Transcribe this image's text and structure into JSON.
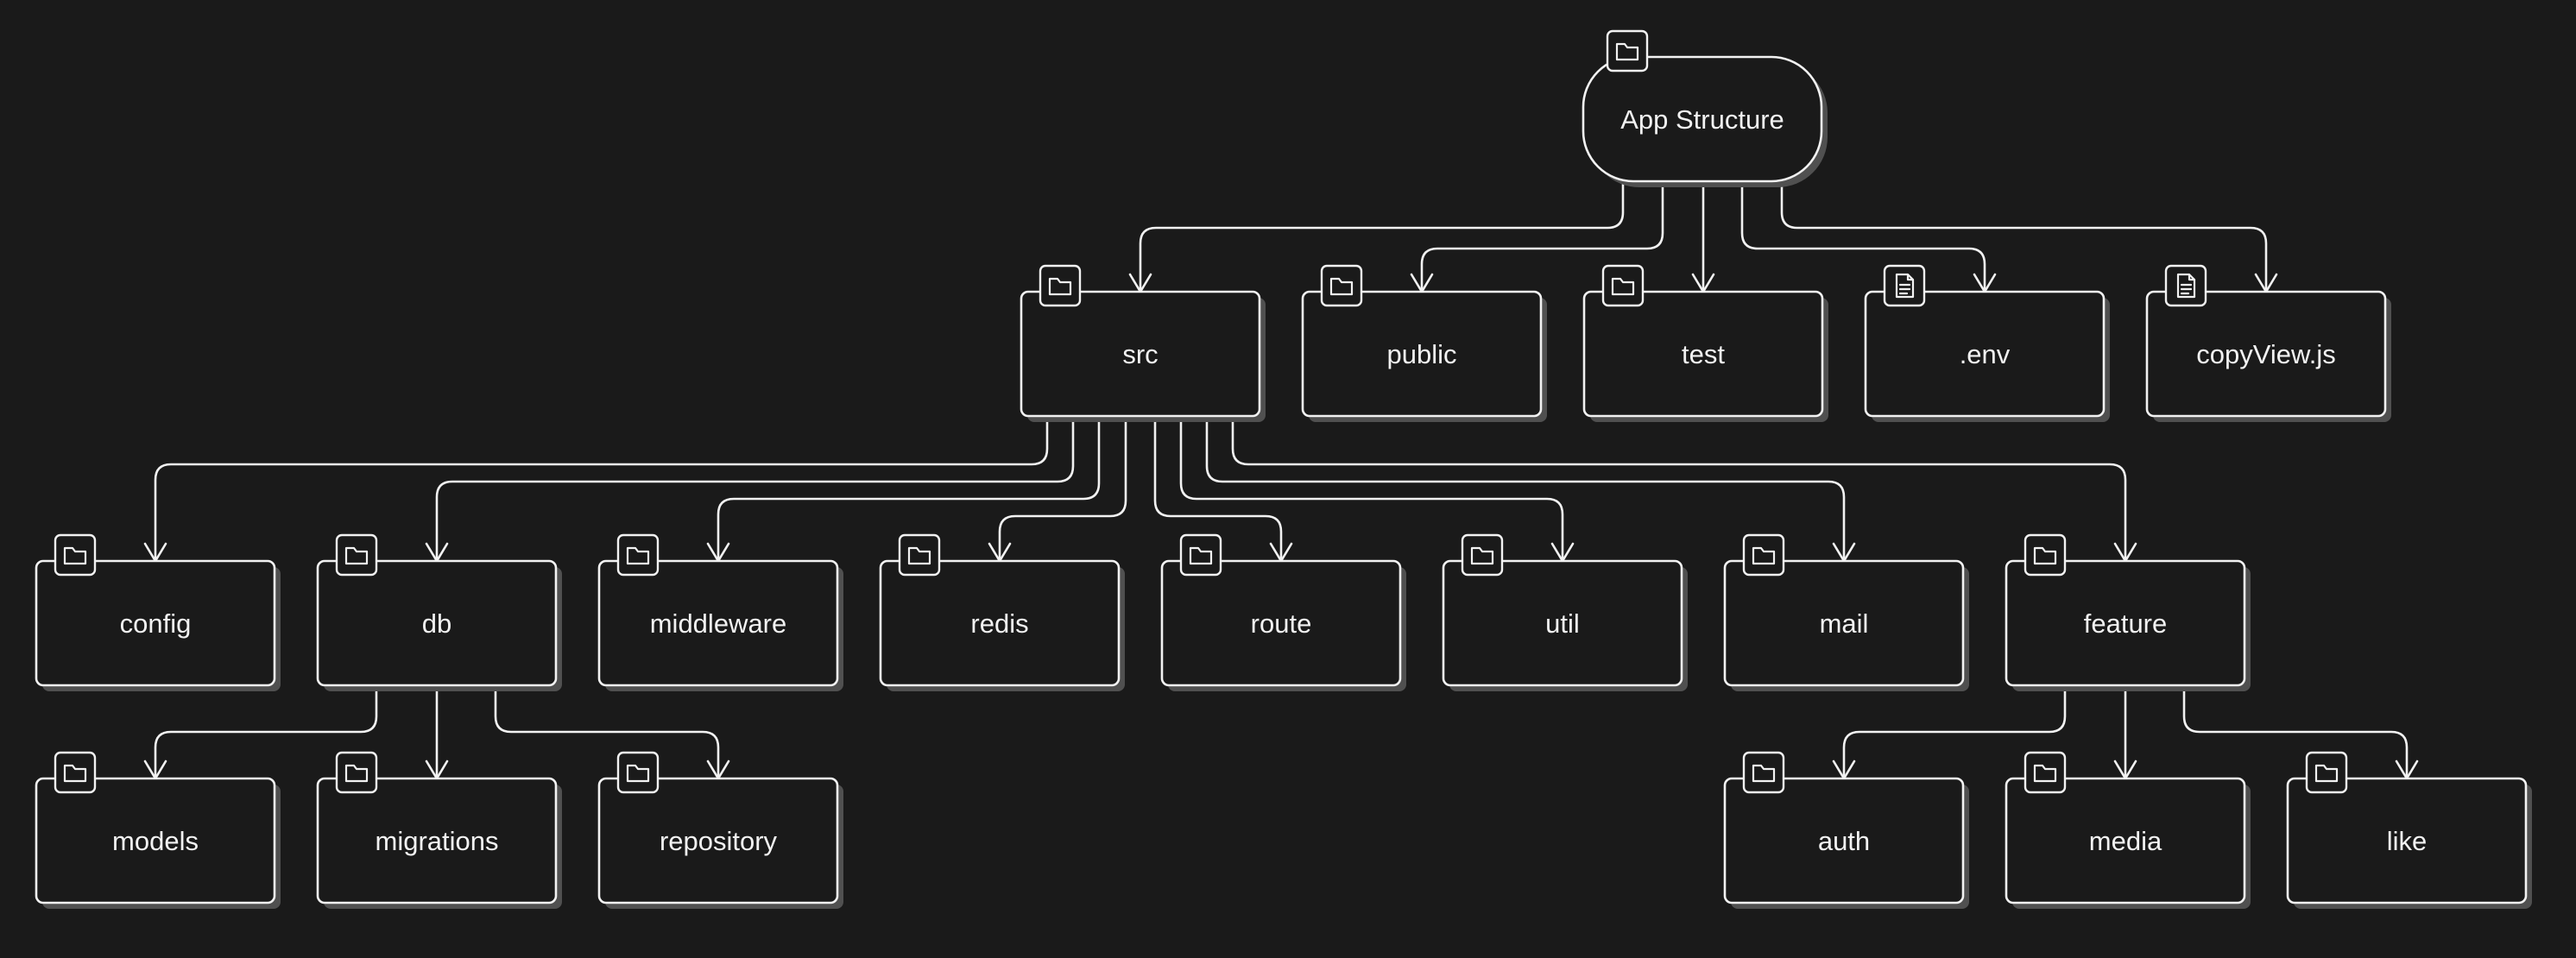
{
  "diagram": {
    "colors": {
      "background": "#1a1a1a",
      "line": "#f2f2f2",
      "text": "#f2f2f2",
      "shadow": "#505050"
    },
    "nodes": [
      {
        "id": "root",
        "label": "App Structure",
        "icon": "folder-icon",
        "shape": "rounded-pill"
      },
      {
        "id": "src",
        "label": "src",
        "icon": "folder-icon"
      },
      {
        "id": "public",
        "label": "public",
        "icon": "folder-icon"
      },
      {
        "id": "test",
        "label": "test",
        "icon": "folder-icon"
      },
      {
        "id": "env",
        "label": ".env",
        "icon": "file-icon"
      },
      {
        "id": "copyview",
        "label": "copyView.js",
        "icon": "file-icon"
      },
      {
        "id": "config",
        "label": "config",
        "icon": "folder-icon"
      },
      {
        "id": "db",
        "label": "db",
        "icon": "folder-icon"
      },
      {
        "id": "middleware",
        "label": "middleware",
        "icon": "folder-icon"
      },
      {
        "id": "redis",
        "label": "redis",
        "icon": "folder-icon"
      },
      {
        "id": "route",
        "label": "route",
        "icon": "folder-icon"
      },
      {
        "id": "util",
        "label": "util",
        "icon": "folder-icon"
      },
      {
        "id": "mail",
        "label": "mail",
        "icon": "folder-icon"
      },
      {
        "id": "feature",
        "label": "feature",
        "icon": "folder-icon"
      },
      {
        "id": "models",
        "label": "models",
        "icon": "folder-icon"
      },
      {
        "id": "migrations",
        "label": "migrations",
        "icon": "folder-icon"
      },
      {
        "id": "repository",
        "label": "repository",
        "icon": "folder-icon"
      },
      {
        "id": "auth",
        "label": "auth",
        "icon": "folder-icon"
      },
      {
        "id": "media",
        "label": "media",
        "icon": "folder-icon"
      },
      {
        "id": "like",
        "label": "like",
        "icon": "folder-icon"
      }
    ],
    "edges": [
      {
        "from": "root",
        "to": "src"
      },
      {
        "from": "root",
        "to": "public"
      },
      {
        "from": "root",
        "to": "test"
      },
      {
        "from": "root",
        "to": "env"
      },
      {
        "from": "root",
        "to": "copyview"
      },
      {
        "from": "src",
        "to": "config"
      },
      {
        "from": "src",
        "to": "db"
      },
      {
        "from": "src",
        "to": "middleware"
      },
      {
        "from": "src",
        "to": "redis"
      },
      {
        "from": "src",
        "to": "route"
      },
      {
        "from": "src",
        "to": "util"
      },
      {
        "from": "src",
        "to": "mail"
      },
      {
        "from": "src",
        "to": "feature"
      },
      {
        "from": "db",
        "to": "models"
      },
      {
        "from": "db",
        "to": "migrations"
      },
      {
        "from": "db",
        "to": "repository"
      },
      {
        "from": "feature",
        "to": "auth"
      },
      {
        "from": "feature",
        "to": "media"
      },
      {
        "from": "feature",
        "to": "like"
      }
    ]
  }
}
